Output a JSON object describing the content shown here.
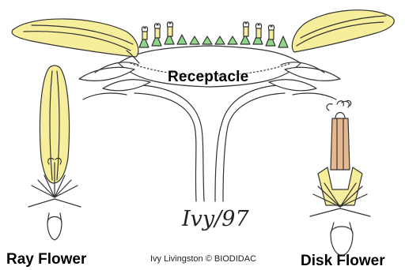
{
  "labels": {
    "receptacle": "Receptacle",
    "ray_flower": "Ray Flower",
    "disk_flower": "Disk Flower",
    "credit": "Ivy Livingston © BIODIDAC",
    "signature": "Ivy/97"
  },
  "colors": {
    "petal_yellow": "#f6ee9a",
    "floret_green": "#8fd68a",
    "stamen_tan": "#e6b98f",
    "outline": "#333333"
  }
}
